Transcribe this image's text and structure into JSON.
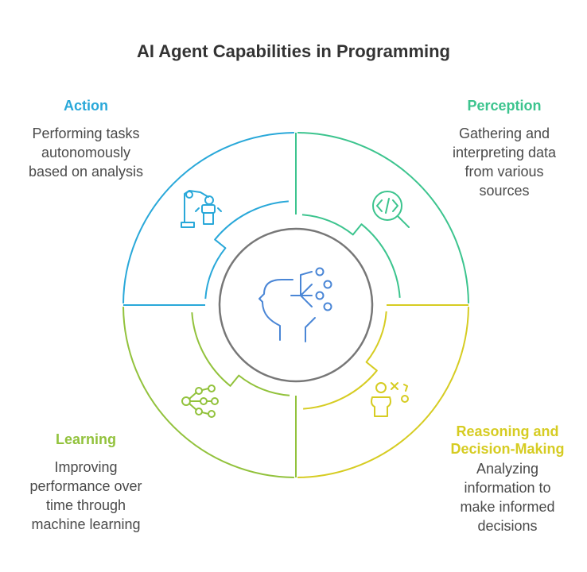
{
  "title": "AI Agent Capabilities in Programming",
  "colors": {
    "action": "#29a8d9",
    "perception": "#3cc48e",
    "reasoning": "#d6cc22",
    "learning": "#92c23c",
    "center": "#777777",
    "center_icon": "#4a86d6"
  },
  "capabilities": {
    "action": {
      "title": "Action",
      "description": "Performing tasks\nautonomously\nbased on analysis",
      "icon": "robot-arm-icon"
    },
    "perception": {
      "title": "Perception",
      "description": "Gathering and\ninterpreting data\nfrom various\nsources",
      "icon": "code-search-icon"
    },
    "reasoning": {
      "title": "Reasoning and\nDecision-Making",
      "description": "Analyzing\ninformation to\nmake informed\ndecisions",
      "icon": "strategy-person-icon"
    },
    "learning": {
      "title": "Learning",
      "description": "Improving\nperformance over\ntime through\nmachine learning",
      "icon": "network-nodes-icon"
    }
  },
  "center_icon": "ai-head-network-icon"
}
